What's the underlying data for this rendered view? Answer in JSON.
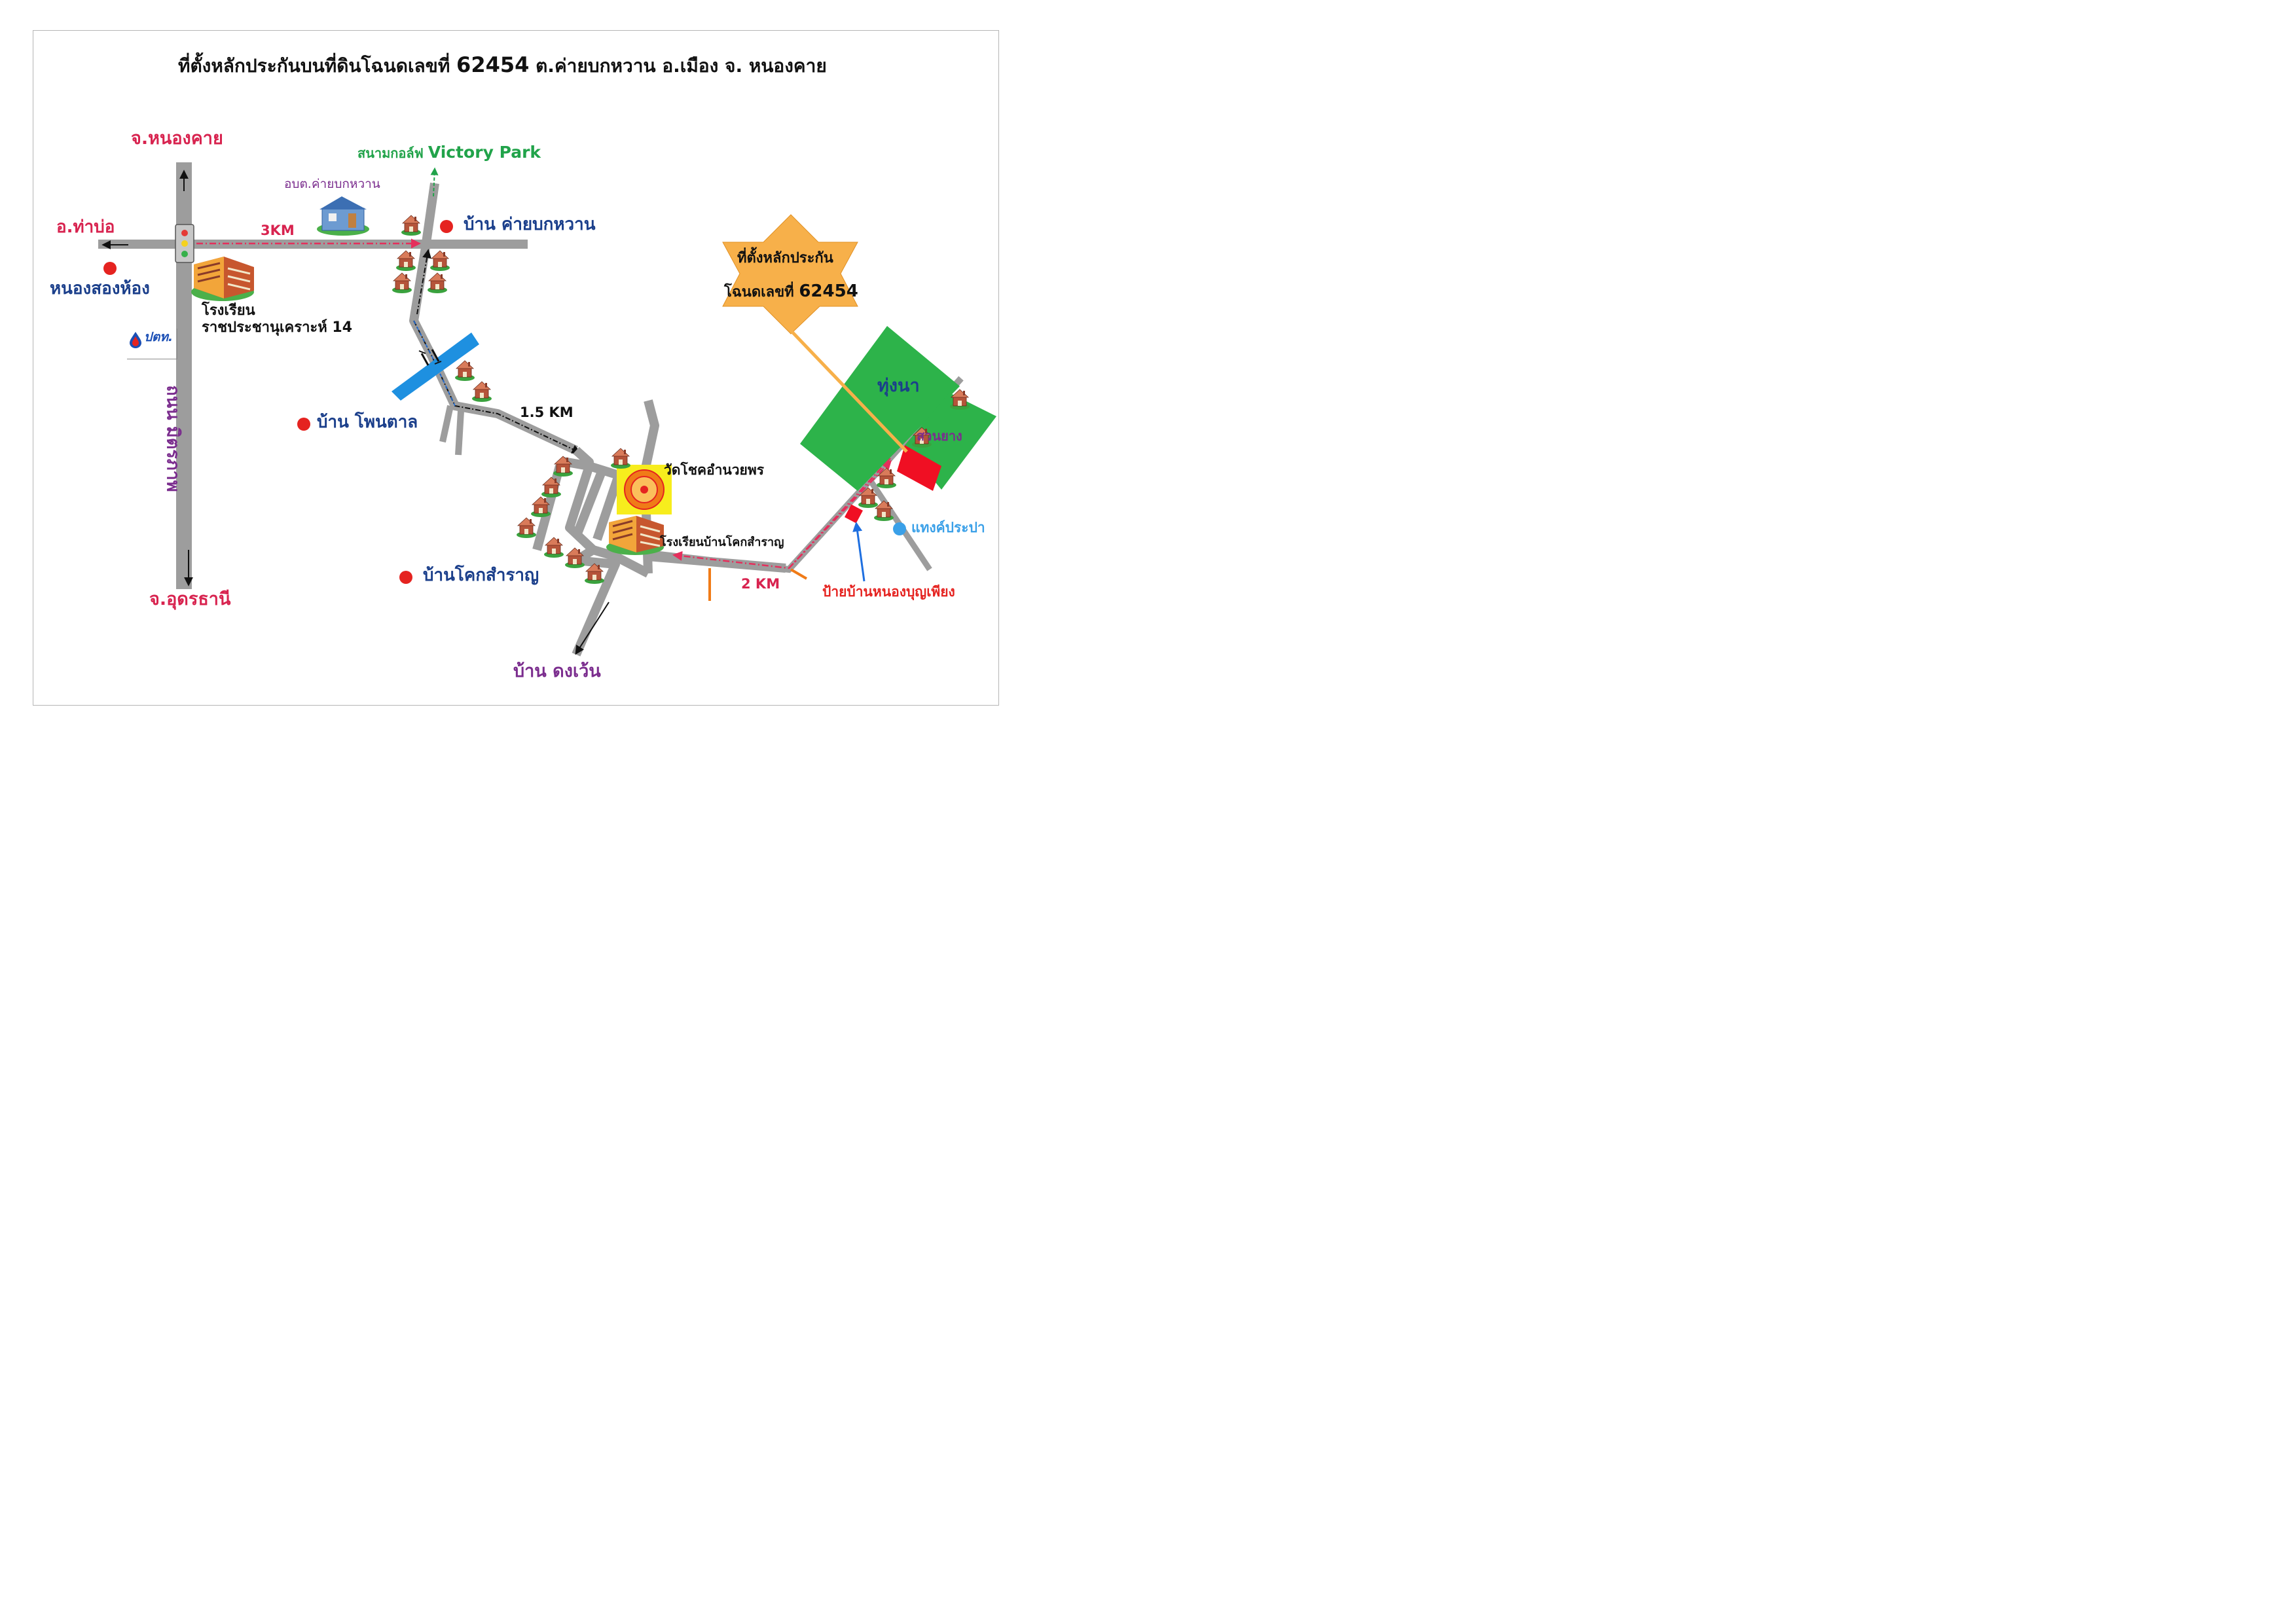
{
  "title": {
    "text": "ที่ตั้งหลักประกันบนที่ดินโฉนดเลขที่",
    "number": "62454",
    "rest": "ต.ค่ายบกหวาน อ.เมือง จ. หนองคาย"
  },
  "places": {
    "nong_khai": "จ.หนองคาย",
    "tha_bo": "อ.ท่าบ่อ",
    "udon_thani": "จ.อุดรธานี",
    "nong_song_hong": "หนองสองห้อง",
    "mittraphap_road": "ถนน มิตรภาพ",
    "school_line1": "โรงเรียน",
    "school_line2": "ราชประชานุเคราะห์ 14",
    "ptt_logo": "ปตท.",
    "golf": "สนามกอล์ฟ",
    "golf_name": "Victory Park",
    "sao": "อบต.ค่ายบกหวาน",
    "ban_khai_bok_wan": "บ้าน ค่ายบกหวาน",
    "ban_phon_tan": "บ้าน โพนตาล",
    "ban_khok_samran": "บ้านโคกสำราญ",
    "wat": "วัดโชคอำนวยพร",
    "school_khok_samran": "โรงเรียนบ้านโคกสำราญ",
    "ban_dong_wen": "บ้าน ดงเว้น",
    "rice_field": "ทุ่งนา",
    "rubber": "สวนยาง",
    "water_tank": "แทงค์ประปา",
    "village_sign": "ป้ายบ้านหนองบุญเพียง"
  },
  "distances": {
    "d1": "3KM",
    "d2": "1.5 KM",
    "d3": "2 KM"
  },
  "star": {
    "line1": "ที่ตั้งหลักประกัน",
    "line2_text": "โฉนดเลขที่",
    "line2_number": "62454"
  },
  "colors": {
    "road": "#9d9d9d",
    "place_red": "#d8234f",
    "place_blue": "#1b3f8b",
    "place_purple": "#7b2d8e",
    "golf_green": "#21a34a",
    "field_green": "#2db34a",
    "star": "#f7b04a",
    "route_red": "#e52f5c",
    "marker_red": "#e52320",
    "river_blue": "#1e90e0",
    "tank_blue": "#3aa0e8",
    "orange": "#f07b17"
  },
  "icons": [
    "traffic-light-icon",
    "house-icon",
    "school-building-icon",
    "office-building-icon",
    "dharma-wheel-icon",
    "ptt-logo-icon",
    "water-tank-icon"
  ]
}
